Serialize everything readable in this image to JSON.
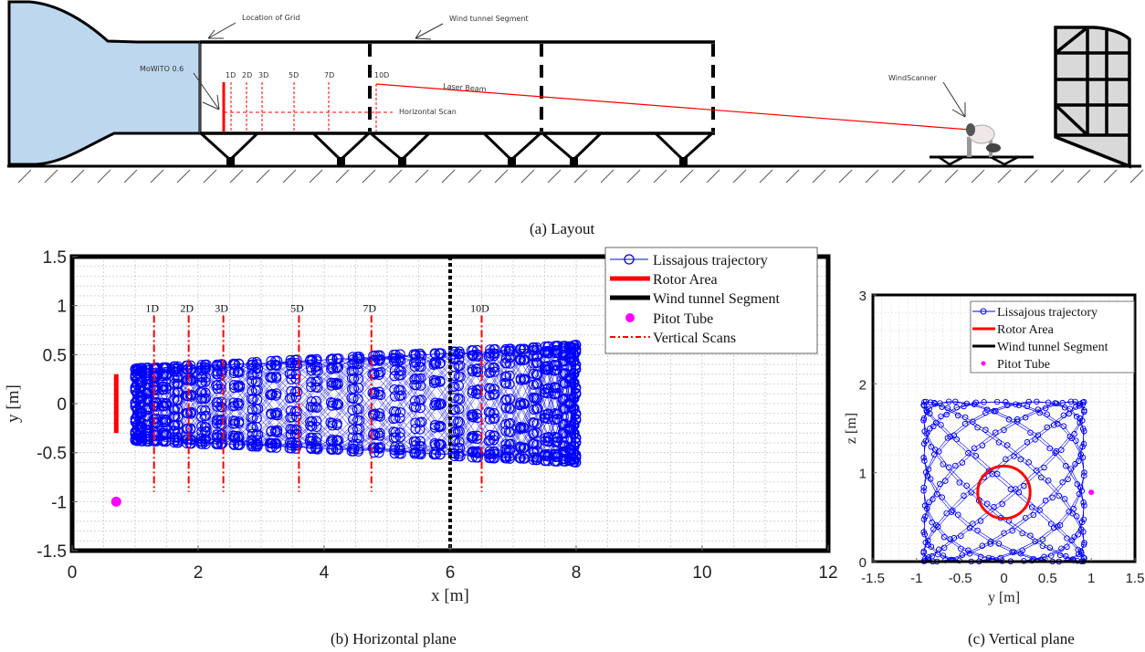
{
  "figure": {
    "layout_caption": "(a) Layout",
    "horizontal_caption": "(b) Horizontal plane",
    "vertical_caption": "(c) Vertical plane"
  },
  "layout_diagram": {
    "labels": {
      "grid": "Location of Grid",
      "segment": "Wind tunnel Segment",
      "turbine": "MoWiTO 0.6",
      "laser": "Laser Beam",
      "hscan": "Horizontal Scan",
      "scanner": "WindScanner"
    },
    "distance_markers": [
      "1D",
      "2D",
      "3D",
      "5D",
      "7D",
      "10D"
    ],
    "colors": {
      "inlet": "#bdd7ee",
      "laser": "#ff0000",
      "screen": "#d9d9d9"
    }
  },
  "chart_data": [
    {
      "type": "scatter",
      "title": "Horizontal plane",
      "xlabel": "x [m]",
      "ylabel": "y [m]",
      "xlim": [
        0,
        12
      ],
      "ylim": [
        -1.5,
        1.5
      ],
      "xticks": [
        "0",
        "2",
        "4",
        "6",
        "8",
        "10",
        "12"
      ],
      "yticks": [
        "-1.5",
        "-1",
        "-0.5",
        "0",
        "0.5",
        "1",
        "1.5"
      ],
      "grid": true,
      "legend_position": "top-right",
      "legend": [
        "Lissajous trajectory",
        "Rotor Area",
        "Wind tunnel Segment",
        "Pitot Tube",
        "Vertical Scans"
      ],
      "trajectory": {
        "x_range": [
          1.0,
          8.0
        ],
        "y_start": [
          -0.38,
          0.36
        ],
        "y_end": [
          -0.6,
          0.6
        ],
        "color": "#0000ff"
      },
      "rotor_area": {
        "x": 0.7,
        "y": [
          -0.3,
          0.3
        ],
        "color": "#ff0000"
      },
      "wind_tunnel_segment": {
        "x": 6.0,
        "color": "#000000"
      },
      "pitot_tube": {
        "x": 0.7,
        "y": -1.0,
        "color": "#ff00ff"
      },
      "vertical_scans": [
        {
          "label": "1D",
          "x": 1.3
        },
        {
          "label": "2D",
          "x": 1.85
        },
        {
          "label": "3D",
          "x": 2.4
        },
        {
          "label": "5D",
          "x": 3.6
        },
        {
          "label": "7D",
          "x": 4.75
        },
        {
          "label": "10D",
          "x": 6.5
        }
      ],
      "vertical_scan_y": [
        -0.9,
        0.9
      ]
    },
    {
      "type": "scatter",
      "title": "Vertical plane",
      "xlabel": "y [m]",
      "ylabel": "z [m]",
      "xlim": [
        -1.5,
        1.5
      ],
      "ylim": [
        0,
        3
      ],
      "xticks": [
        "-1.5",
        "-1",
        "-0.5",
        "0",
        "0.5",
        "1",
        "1.5"
      ],
      "yticks": [
        "0",
        "1",
        "2",
        "3"
      ],
      "grid": true,
      "legend_position": "top-right",
      "legend": [
        "Lissajous trajectory",
        "Rotor Area",
        "Wind tunnel Segment",
        "Pitot Tube"
      ],
      "trajectory": {
        "y_range": [
          -0.92,
          0.92
        ],
        "z_range": [
          0,
          1.8
        ],
        "color": "#0000ff"
      },
      "rotor_area": {
        "center": [
          0,
          0.78
        ],
        "radius": 0.3,
        "color": "#ff0000"
      },
      "pitot_tube": {
        "y": 1.0,
        "z": 0.78,
        "color": "#ff00ff"
      }
    }
  ]
}
